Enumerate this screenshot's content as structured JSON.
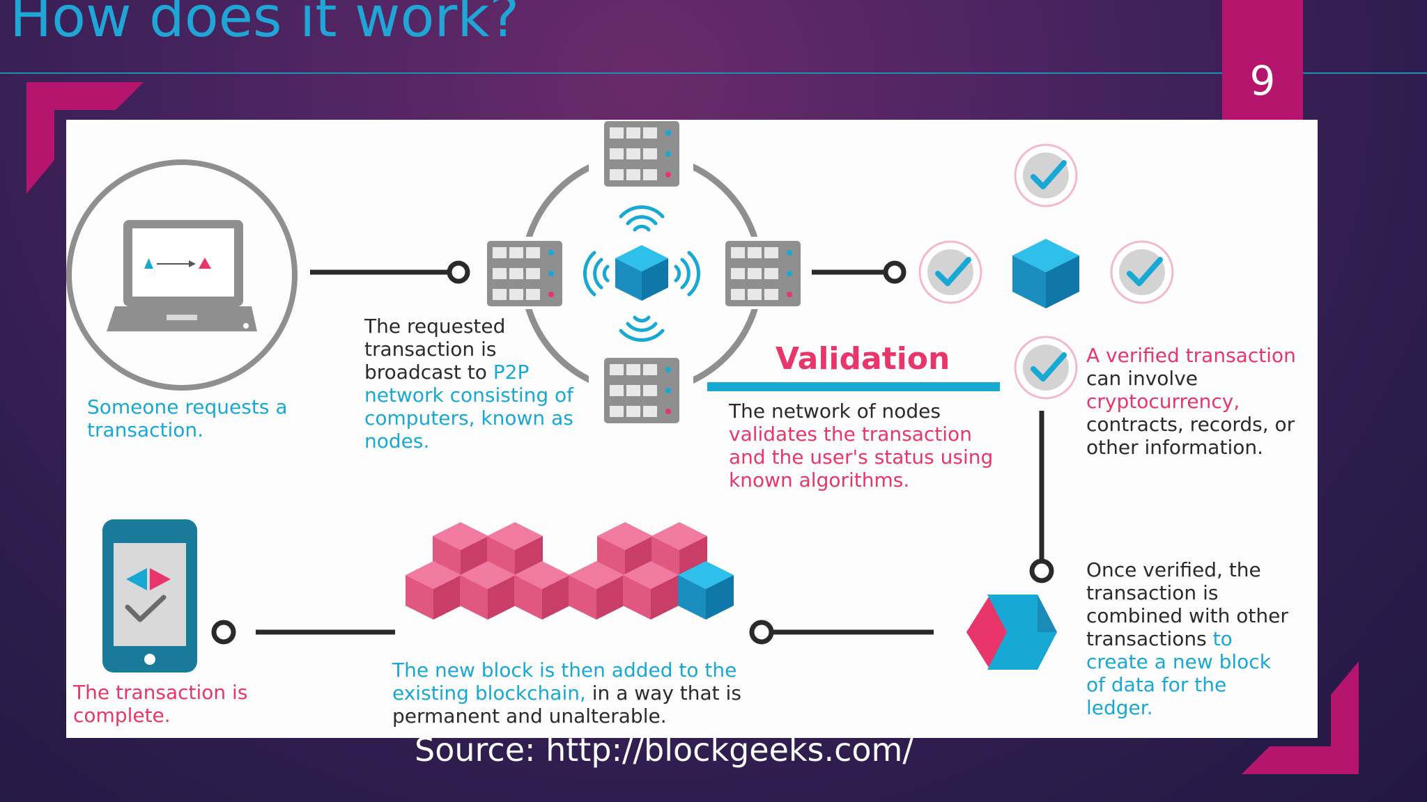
{
  "slide": {
    "title": "How does it work?",
    "page_number": "9",
    "source": "Source: http://blockgeeks.com/"
  },
  "colors": {
    "accent_magenta": "#b5156c",
    "title_blue": "#1fa6d6",
    "infographic_pink": "#e8356a",
    "infographic_blue": "#18a8d4"
  },
  "infographic": {
    "step1": "Someone requests a transaction.",
    "step2": {
      "plain": "The requested transaction is broadcast to ",
      "highlight": "P2P network consisting of computers, known as nodes."
    },
    "validation": {
      "heading": "Validation",
      "plain": "The network of nodes ",
      "highlight": "validates the transaction and the user's status using known algorithms."
    },
    "verified": {
      "highlight1": "A verified transaction",
      "plain1": " can involve ",
      "highlight2": "cryptocurrency,",
      "plain2": " contracts, records, or other information."
    },
    "combined": {
      "plain": "Once verified, the transaction is combined with other transactions ",
      "highlight": "to create a new block of data for the ledger."
    },
    "new_block": {
      "highlight": "The new block is then added to the existing blockchain,",
      "plain": " in a way that is permanent and unalterable."
    },
    "complete": "The transaction is complete."
  }
}
